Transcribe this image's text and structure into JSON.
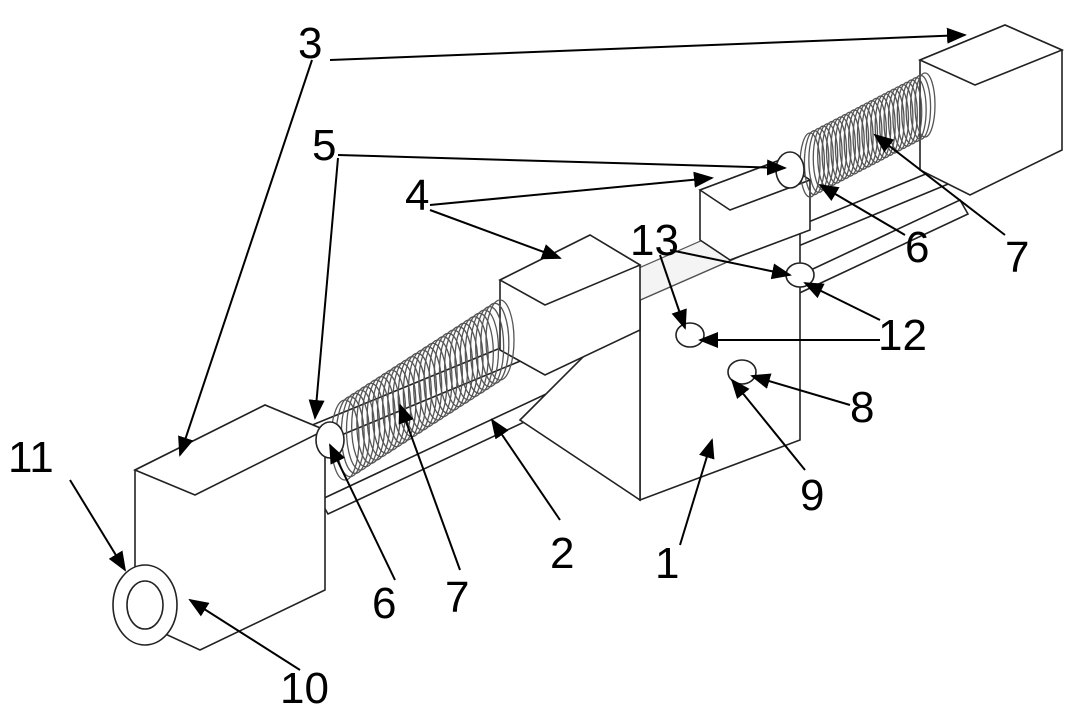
{
  "figure": {
    "labels": {
      "l1": "1",
      "l2": "2",
      "l3": "3",
      "l4": "4",
      "l5": "5",
      "l6a": "6",
      "l6b": "6",
      "l7a": "7",
      "l7b": "7",
      "l8": "8",
      "l9": "9",
      "l10": "10",
      "l11": "11",
      "l12": "12",
      "l13": "13"
    }
  }
}
